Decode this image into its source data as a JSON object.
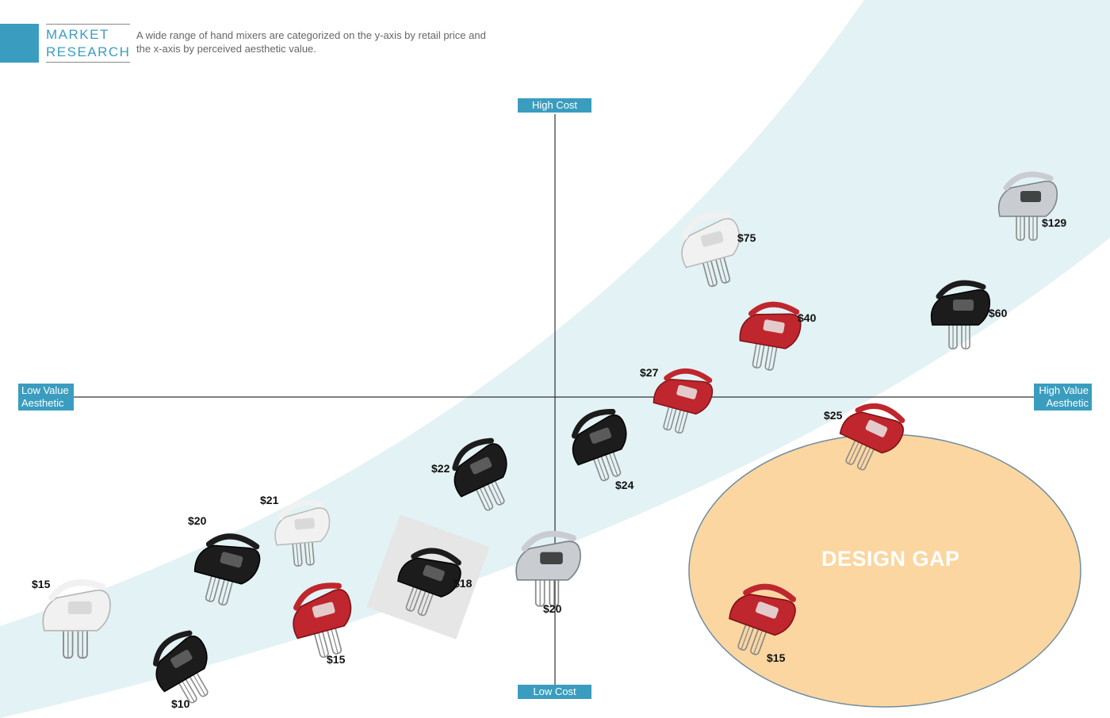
{
  "header": {
    "title": "MARKET\nRESEARCH",
    "description": "A wide range of hand mixers are categorized on the y-axis by retail price and the x-axis by perceived aesthetic value."
  },
  "axes": {
    "top": "High Cost",
    "bottom": "Low Cost",
    "left": "Low Value\nAesthetic",
    "right": "High Value\nAesthetic"
  },
  "gap_label": "DESIGN GAP",
  "colors": {
    "accent": "#3a9dbf",
    "band": "#e3f2f4",
    "gap_fill": "#fbd6a1",
    "mixer_red": "#c0262d",
    "mixer_black": "#1c1c1c"
  },
  "mixers": [
    {
      "price": "$15",
      "color": "white",
      "icon": "hand-mixer-icon"
    },
    {
      "price": "$10",
      "color": "black",
      "icon": "hand-mixer-icon"
    },
    {
      "price": "$20",
      "color": "black",
      "icon": "hand-mixer-icon"
    },
    {
      "price": "$21",
      "color": "white",
      "icon": "hand-mixer-icon"
    },
    {
      "price": "$15",
      "color": "red",
      "icon": "hand-mixer-icon"
    },
    {
      "price": "$18",
      "color": "black",
      "icon": "hand-mixer-icon"
    },
    {
      "price": "$22",
      "color": "black",
      "icon": "hand-mixer-icon"
    },
    {
      "price": "$20",
      "color": "silver",
      "icon": "hand-mixer-icon"
    },
    {
      "price": "$24",
      "color": "black",
      "icon": "hand-mixer-icon"
    },
    {
      "price": "$27",
      "color": "red",
      "icon": "hand-mixer-icon"
    },
    {
      "price": "$40",
      "color": "red",
      "icon": "hand-mixer-icon"
    },
    {
      "price": "$75",
      "color": "white",
      "icon": "hand-mixer-icon"
    },
    {
      "price": "$60",
      "color": "black",
      "icon": "hand-mixer-icon"
    },
    {
      "price": "$129",
      "color": "silver",
      "icon": "hand-mixer-icon"
    },
    {
      "price": "$25",
      "color": "red",
      "icon": "hand-mixer-icon"
    },
    {
      "price": "$15",
      "color": "red",
      "icon": "hand-mixer-icon"
    }
  ]
}
